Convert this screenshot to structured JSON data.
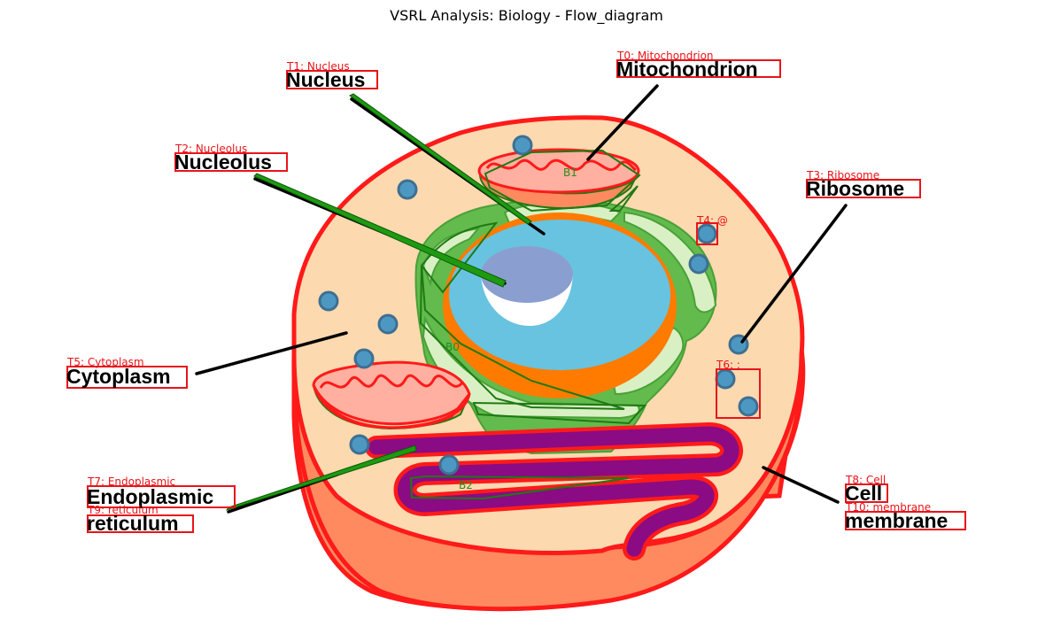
{
  "title": "VSRL Analysis: Biology - Flow_diagram",
  "colors": {
    "annotation": "#e8141a",
    "box_label": "#2a8a1a",
    "membrane": "#ff1a1a",
    "cytoplasm": "#fdd9b0",
    "cell_side": "#ff8a60",
    "er_green": "#62bb4c",
    "nucleus": "#67c3df",
    "nucleolus": "#8a9fd0",
    "envelope": "#ff7b00",
    "ribosome": "#4d98c2",
    "er_tube": "#8a0b84"
  },
  "labels": [
    {
      "id": "T0",
      "tag": "T0: Mitochondrion",
      "text": "Mitochondrion"
    },
    {
      "id": "T1",
      "tag": "T1: Nucleus",
      "text": "Nucleus"
    },
    {
      "id": "T2",
      "tag": "T2: Nucleolus",
      "text": "Nucleolus"
    },
    {
      "id": "T3",
      "tag": "T3: Ribosome",
      "text": "Ribosome"
    },
    {
      "id": "T4",
      "tag": "T4: @",
      "text": ""
    },
    {
      "id": "T5",
      "tag": "T5: Cytoplasm",
      "text": "Cytoplasm"
    },
    {
      "id": "T6",
      "tag": "T6: :",
      "text": ""
    },
    {
      "id": "T7",
      "tag": "T7: Endoplasmic",
      "text": "Endoplasmic"
    },
    {
      "id": "T8",
      "tag": "T8: Cell",
      "text": "Cell"
    },
    {
      "id": "T9",
      "tag": "T9: reticulum",
      "text": "reticulum"
    },
    {
      "id": "T10",
      "tag": "T10: membrane",
      "text": "membrane"
    }
  ],
  "boxes": [
    {
      "id": "B0",
      "label": "B0"
    },
    {
      "id": "B1",
      "label": "B1"
    },
    {
      "id": "B2",
      "label": "B2"
    }
  ]
}
